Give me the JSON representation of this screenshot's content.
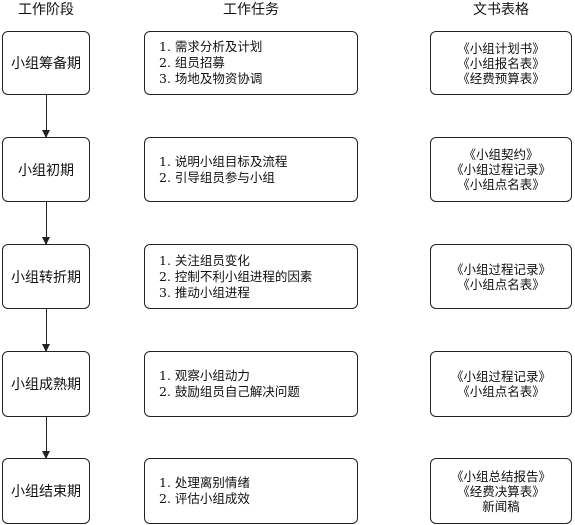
{
  "headers": {
    "stage": "工作阶段",
    "task": "工作任务",
    "docs": "文书表格"
  },
  "rows": [
    {
      "stage": "小组筹备期",
      "tasks": [
        "1. 需求分析及计划",
        "2. 组员招募",
        "3. 场地及物资协调"
      ],
      "docs": [
        "《小组计划书》",
        "《小组报名表》",
        "《经费预算表》"
      ]
    },
    {
      "stage": "小组初期",
      "tasks": [
        "1. 说明小组目标及流程",
        "2. 引导组员参与小组"
      ],
      "docs": [
        "《小组契约》",
        "《小组过程记录》",
        "《小组点名表》"
      ]
    },
    {
      "stage": "小组转折期",
      "tasks": [
        "1. 关注组员变化",
        "2. 控制不利小组进程的因素",
        "3. 推动小组进程"
      ],
      "docs": [
        "《小组过程记录》",
        "《小组点名表》"
      ]
    },
    {
      "stage": "小组成熟期",
      "tasks": [
        "1. 观察小组动力",
        "2. 鼓励组员自己解决问题"
      ],
      "docs": [
        "《小组过程记录》",
        "《小组点名表》"
      ]
    },
    {
      "stage": "小组结束期",
      "tasks": [
        "1. 处理离别情绪",
        "2. 评估小组成效"
      ],
      "docs": [
        "《小组总结报告》",
        "《经费决算表》",
        "新闻稿"
      ]
    }
  ]
}
